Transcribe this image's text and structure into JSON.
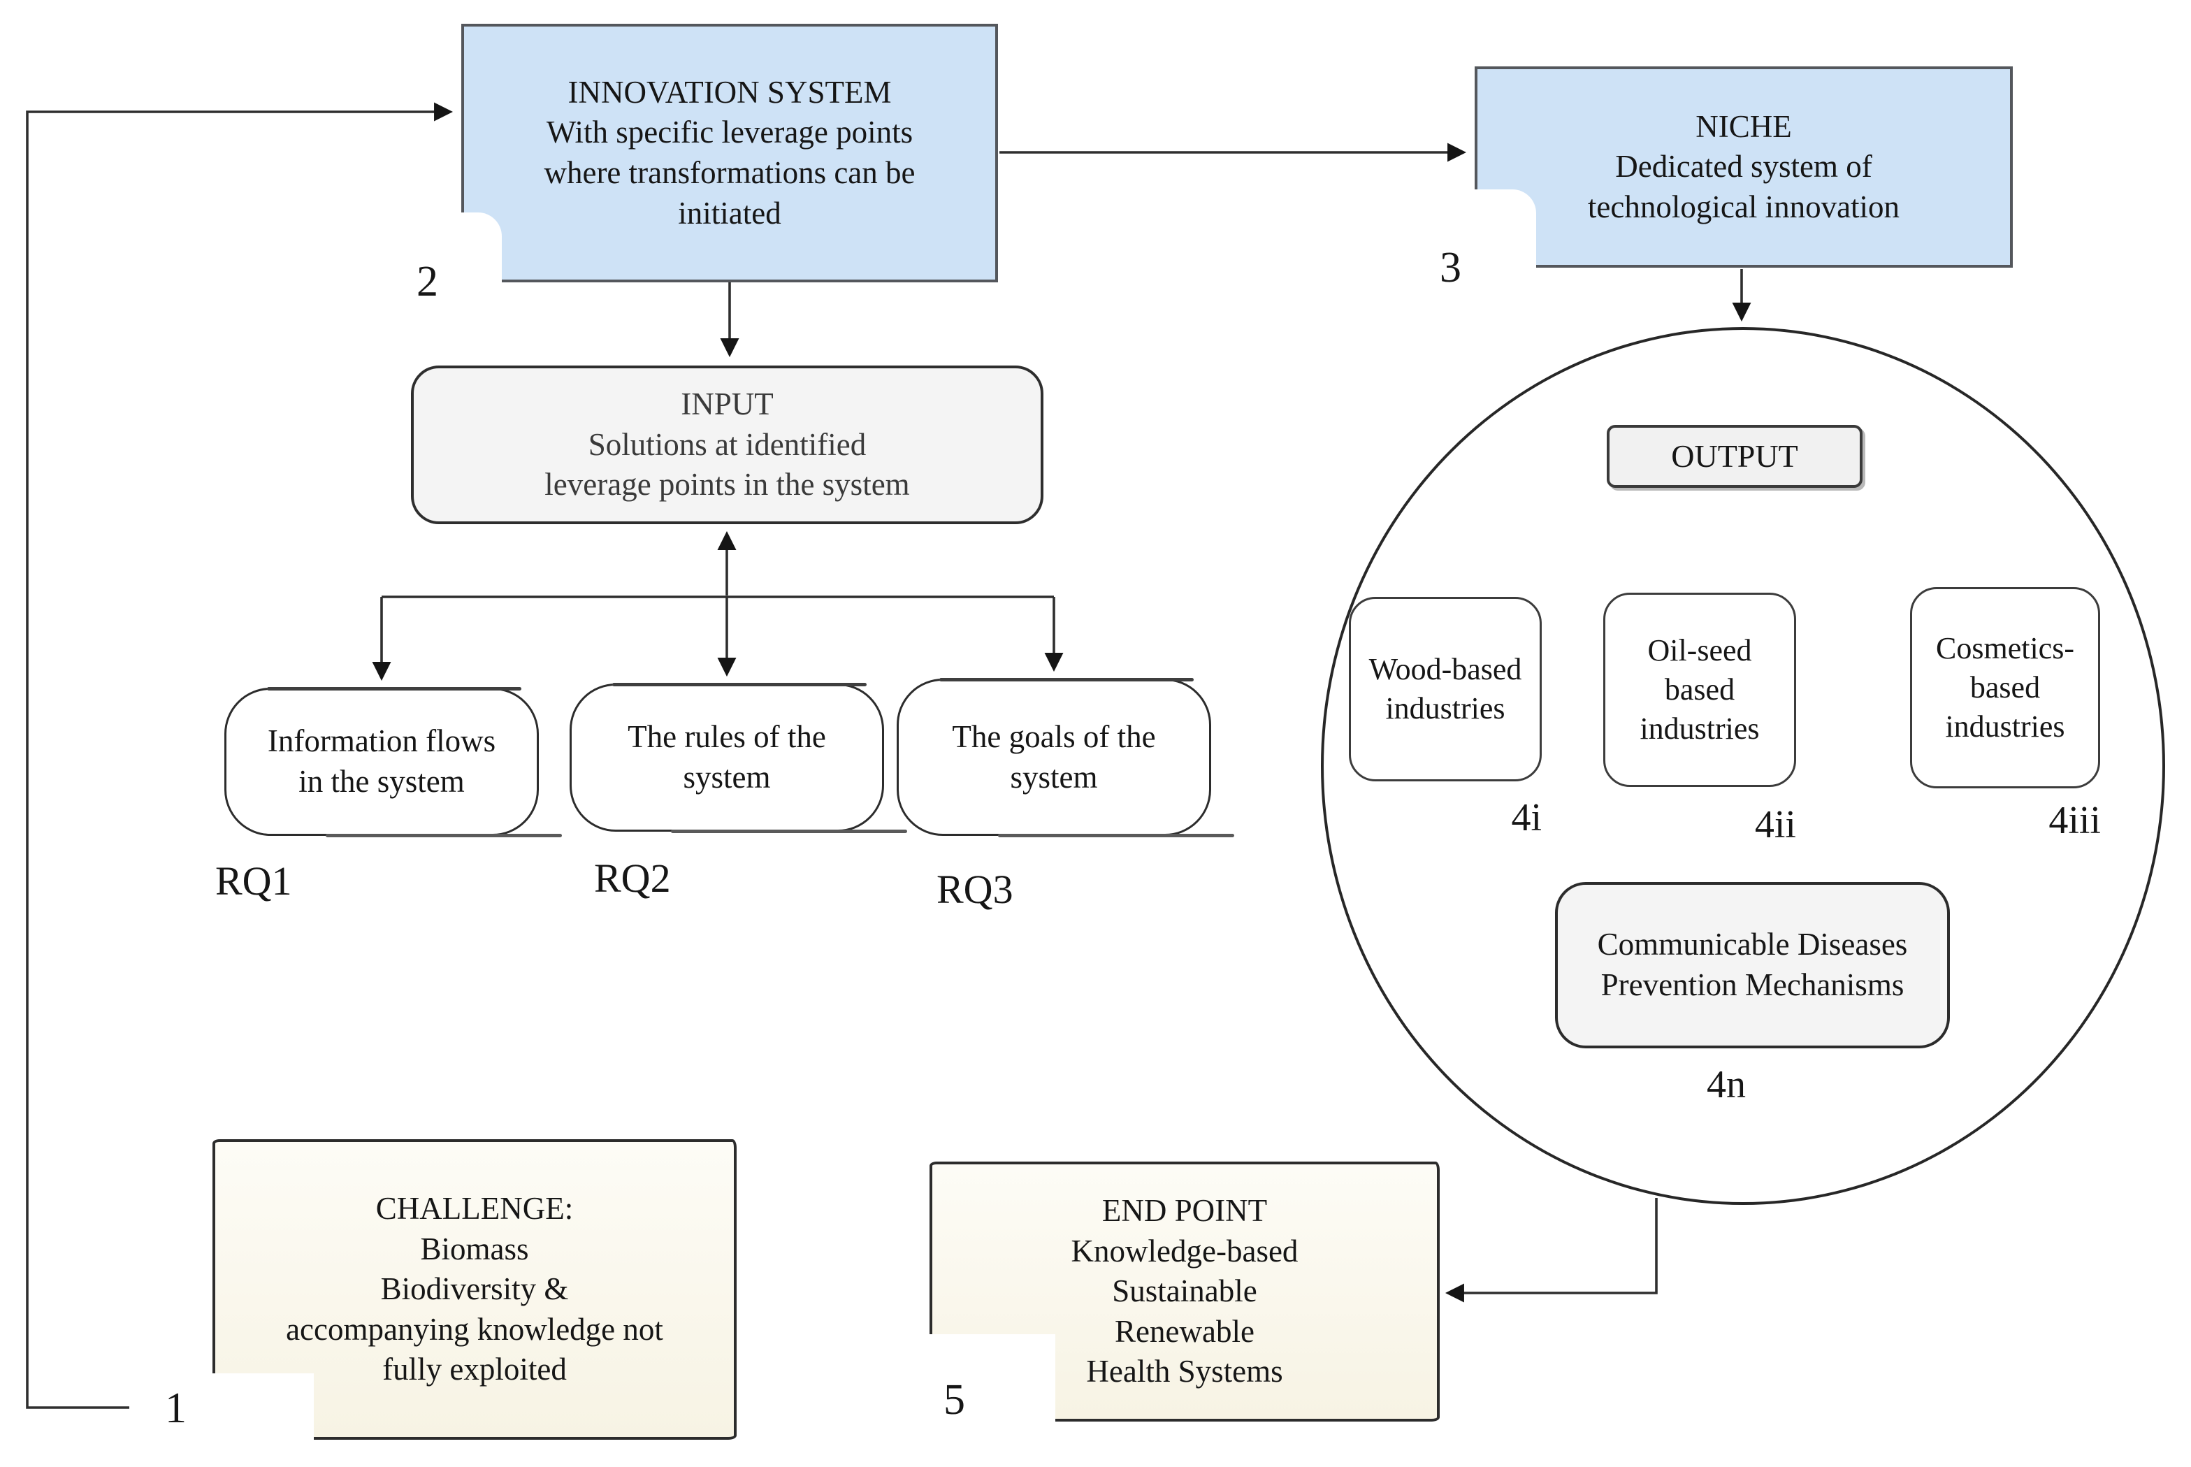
{
  "palette": {
    "blue_fill": "#cee2f6",
    "gray_fill": "#f4f4f4",
    "cream_fill": "#f8f4e6",
    "line": "#2f2f2f",
    "text": "#161616"
  },
  "nodes": {
    "innovation_system": {
      "text": "INNOVATION SYSTEM\nWith specific leverage points\nwhere transformations can be\ninitiated",
      "badge": "2"
    },
    "niche": {
      "text": "NICHE\nDedicated system of\ntechnological innovation",
      "badge": "3"
    },
    "input": {
      "text": "INPUT\nSolutions at identified\nleverage points in the system"
    },
    "rq1": {
      "text": "Information flows\nin the system",
      "badge": "RQ1"
    },
    "rq2": {
      "text": "The rules of the\nsystem",
      "badge": "RQ2"
    },
    "rq3": {
      "text": "The goals of the\nsystem",
      "badge": "RQ3"
    },
    "output": {
      "label": "OUTPUT"
    },
    "wood": {
      "text": "Wood-based\nindustries",
      "badge": "4i"
    },
    "oilseed": {
      "text": "Oil-seed\nbased\nindustries",
      "badge": "4ii"
    },
    "cosmetics": {
      "text": "Cosmetics-\nbased\nindustries",
      "badge": "4iii"
    },
    "diseases": {
      "text": "Communicable Diseases\nPrevention Mechanisms",
      "badge": "4n"
    },
    "challenge": {
      "text": "CHALLENGE:\nBiomass\nBiodiversity &\naccompanying knowledge not\nfully exploited",
      "badge": "1"
    },
    "endpoint": {
      "text": "END POINT\nKnowledge-based\nSustainable\nRenewable\nHealth Systems",
      "badge": "5"
    }
  }
}
